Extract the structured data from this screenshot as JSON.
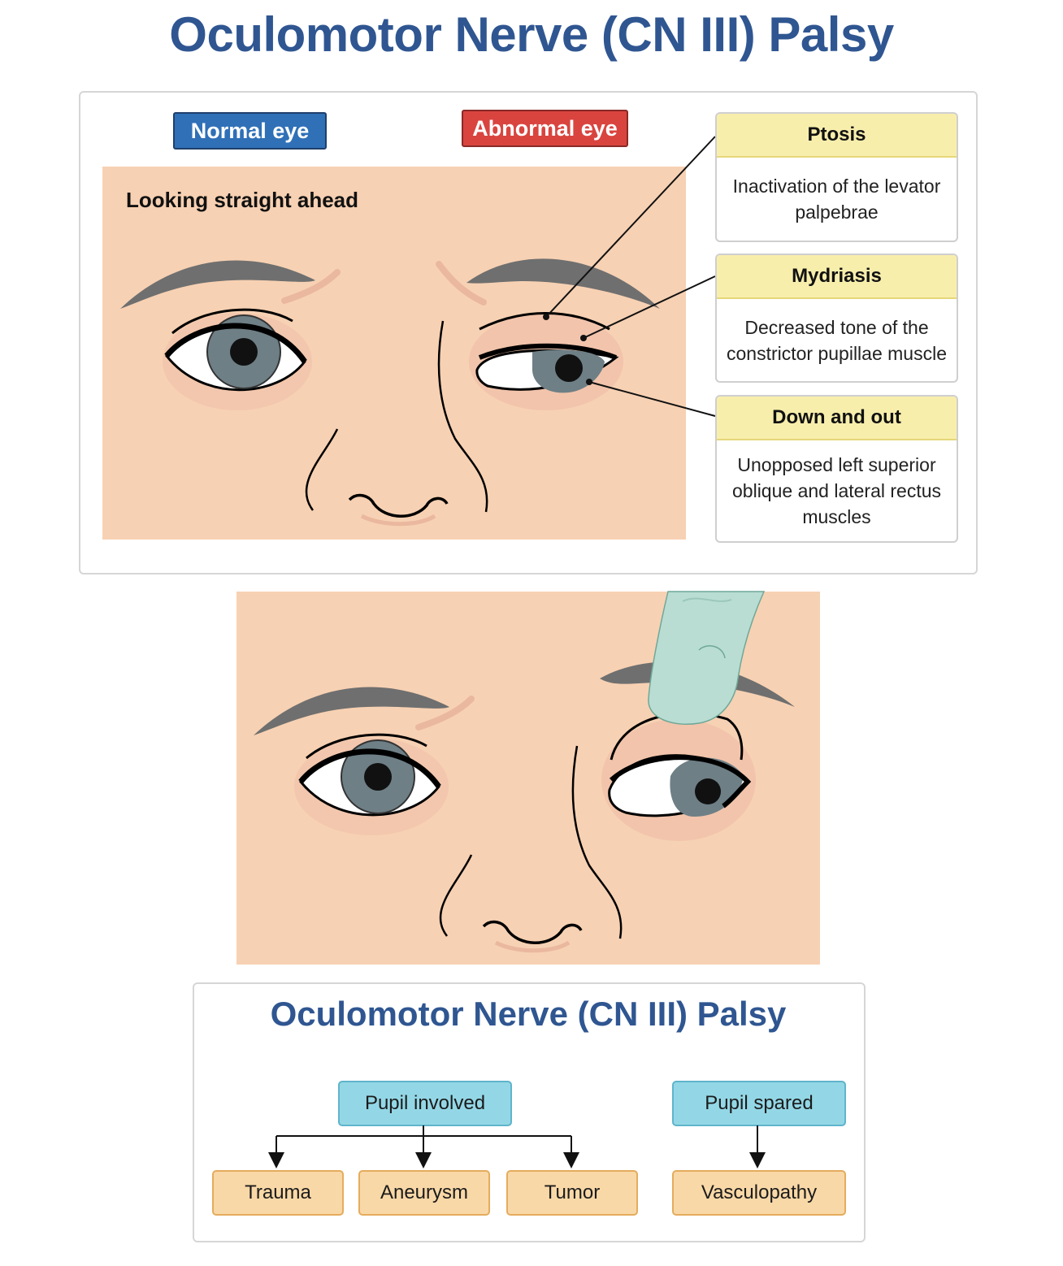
{
  "title": "Oculomotor Nerve (CN III) Palsy",
  "top_panel": {
    "normal_label": "Normal eye",
    "abnormal_label": "Abnormal eye",
    "view_label": "Looking straight ahead",
    "callouts": [
      {
        "heading": "Ptosis",
        "text": "Inactivation of the levator palpebrae"
      },
      {
        "heading": "Mydriasis",
        "text": "Decreased tone of the constrictor pupillae muscle"
      },
      {
        "heading": "Down and out",
        "text": "Unopposed left superior oblique and lateral rectus muscles"
      }
    ]
  },
  "flow": {
    "title": "Oculomotor Nerve (CN III) Palsy",
    "pupil_involved": "Pupil involved",
    "pupil_spared": "Pupil spared",
    "involved_causes": [
      "Trauma",
      "Aneurysm",
      "Tumor"
    ],
    "spared_cause": "Vasculopathy"
  },
  "colors": {
    "title": "#2f5691",
    "skin": "#f7d1b3",
    "iris": "#6e7f86",
    "brow": "#6f6f6f",
    "normal_badge": "#2f70b7",
    "abnormal_badge": "#d9443f",
    "callout_head": "#f8eeac",
    "box_blue": "#93d7e6",
    "box_orange": "#f9d8a7",
    "finger": "#b9ddd3"
  }
}
